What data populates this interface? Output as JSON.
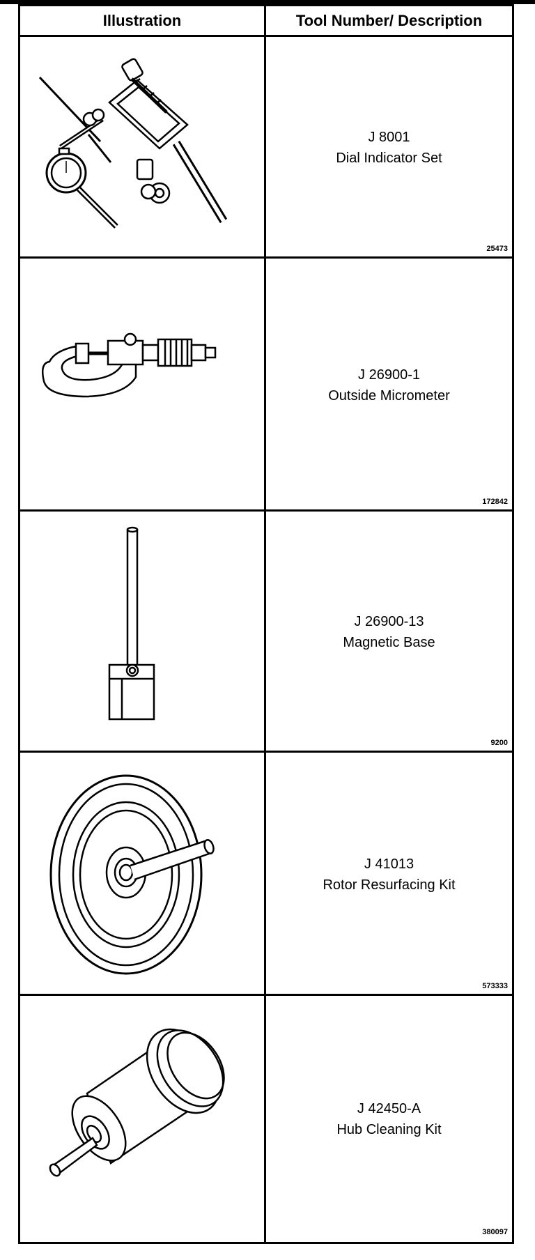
{
  "header": {
    "illustration": "Illustration",
    "tool": "Tool Number/ Description"
  },
  "rows": [
    {
      "fig": "25473",
      "number": "J 8001",
      "description": "Dial Indicator Set"
    },
    {
      "fig": "172842",
      "number": "J 26900-1",
      "description": "Outside Micrometer"
    },
    {
      "fig": "9200",
      "number": "J 26900-13",
      "description": "Magnetic Base"
    },
    {
      "fig": "573333",
      "number": "J 41013",
      "description": "Rotor Resurfacing Kit"
    },
    {
      "fig": "380097",
      "number": "J 42450-A",
      "description": "Hub Cleaning Kit"
    }
  ]
}
